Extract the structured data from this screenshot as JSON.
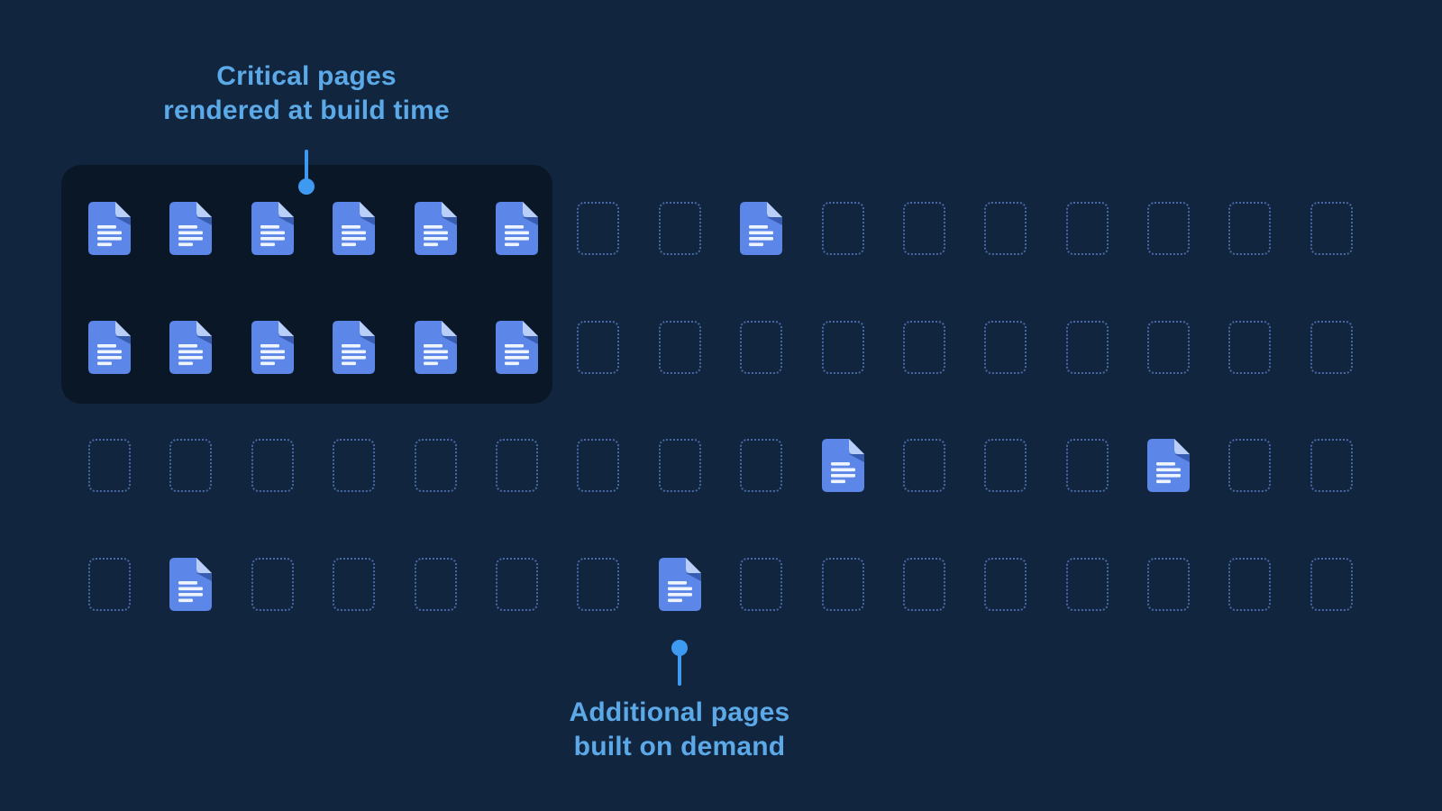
{
  "colors": {
    "background": "#12253E",
    "box": "#0A1726",
    "label": "#5CA9E8",
    "connector": "#3D9AF0",
    "dashed": "#4868A6",
    "icon_body": "#5C87E8",
    "icon_fold": "#BACFF7",
    "icon_fold_shadow": "rgba(28,56,130,0.55)",
    "icon_line": "#EFF5FE"
  },
  "annotations": {
    "build": {
      "line1": "Critical pages",
      "line2": "rendered at build time"
    },
    "demand": {
      "line1": "Additional pages",
      "line2": "built on demand"
    }
  },
  "grid": {
    "columns": 16,
    "rows": 4,
    "filled_cells": [
      [
        0,
        1,
        2,
        3,
        4,
        5,
        8
      ],
      [
        0,
        1,
        2,
        3,
        4,
        5
      ],
      [
        9,
        13
      ],
      [
        1,
        7
      ]
    ]
  }
}
